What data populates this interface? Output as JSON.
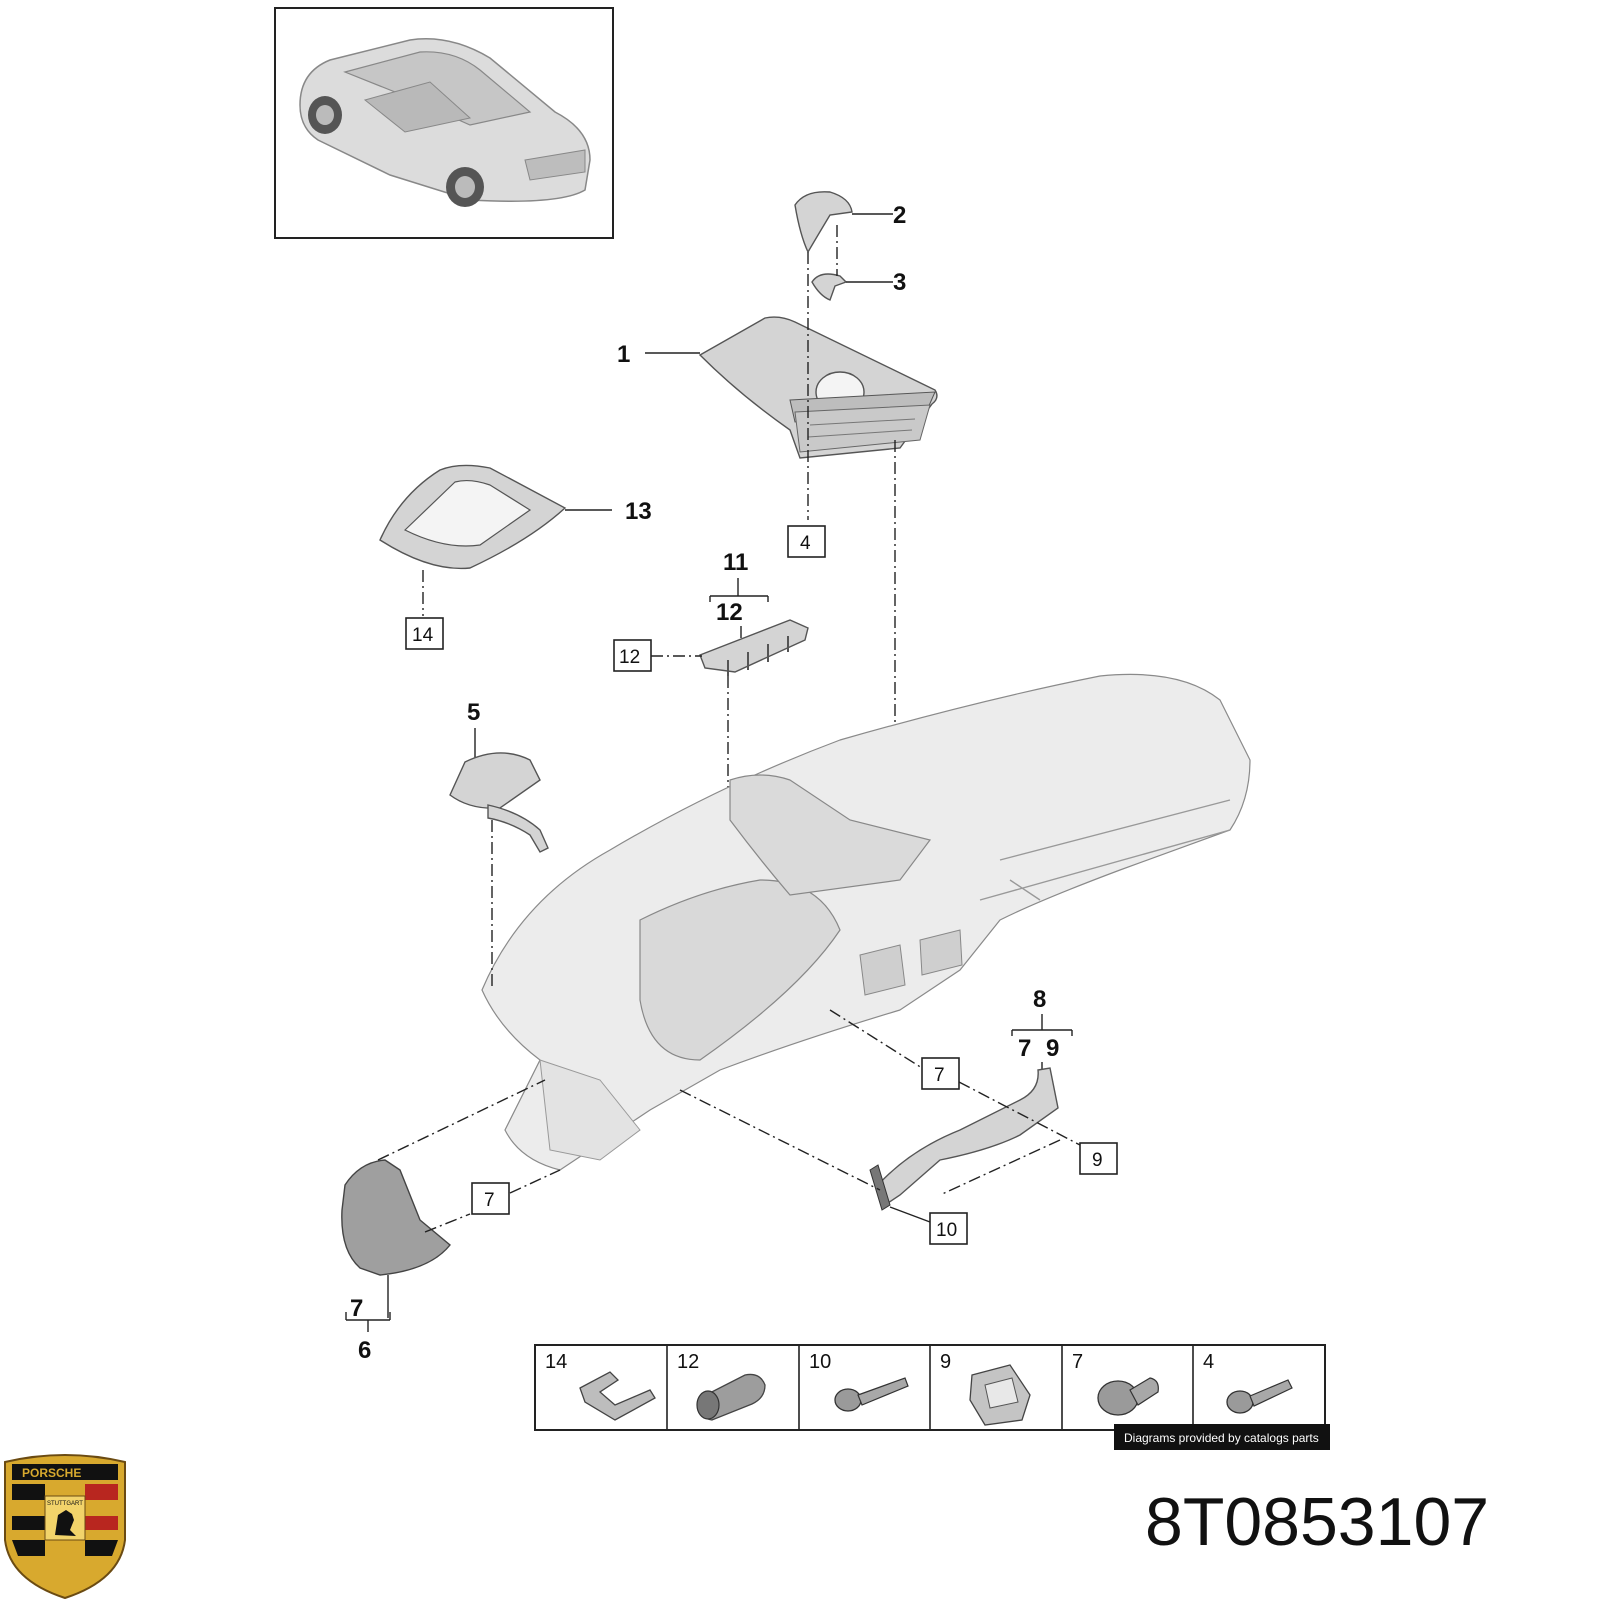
{
  "part_number": "8T0853107",
  "credit": "Diagrams provided by catalogs parts",
  "brand_logo": {
    "top_text": "PORSCHE",
    "shield_text": "STUTTGART",
    "colors": {
      "gold": "#d8a92e",
      "red": "#b8261f",
      "black": "#111111"
    }
  },
  "callouts": {
    "c1": "1",
    "c2": "2",
    "c3": "3",
    "c5": "5",
    "c6": "6",
    "c8": "8",
    "c11": "11",
    "c12": "12",
    "c13": "13",
    "c7_under6": "7",
    "c7_under8": "7",
    "c9_under8": "9"
  },
  "boxed_refs": {
    "b4": "4",
    "b14": "14",
    "b12": "12",
    "b7a": "7",
    "b7b": "7",
    "b9": "9",
    "b10": "10"
  },
  "fastener_table": [
    {
      "ref": "14",
      "icon": "clip-icon"
    },
    {
      "ref": "12",
      "icon": "sleeve-nut-icon"
    },
    {
      "ref": "10",
      "icon": "flange-screw-icon"
    },
    {
      "ref": "9",
      "icon": "bracket-clip-icon"
    },
    {
      "ref": "7",
      "icon": "expansion-rivet-icon"
    },
    {
      "ref": "4",
      "icon": "torx-screw-icon"
    }
  ]
}
